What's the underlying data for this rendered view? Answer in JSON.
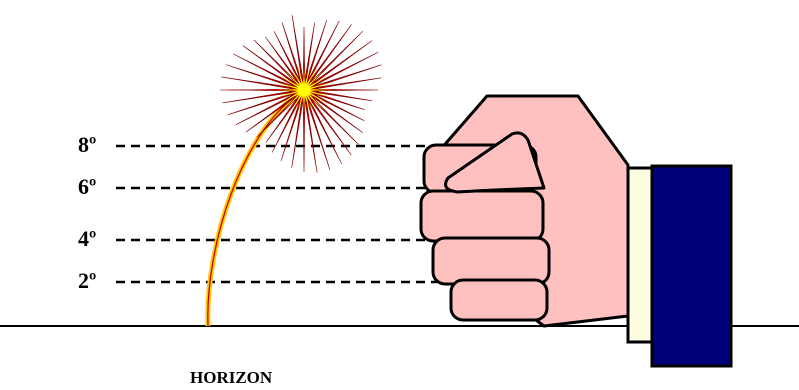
{
  "labels": {
    "horizon": "HORIZON",
    "degree_marks": [
      "2º",
      "4º",
      "6º",
      "8º"
    ]
  },
  "colors": {
    "fist_fill": "#ffc0c0",
    "sleeve": "#00007a",
    "cuff": "#fffde0",
    "trail_outer": "#ffcc00",
    "trail_inner": "#cc0000",
    "burst_red": "#c00000",
    "burst_yellow": "#ffff00"
  }
}
